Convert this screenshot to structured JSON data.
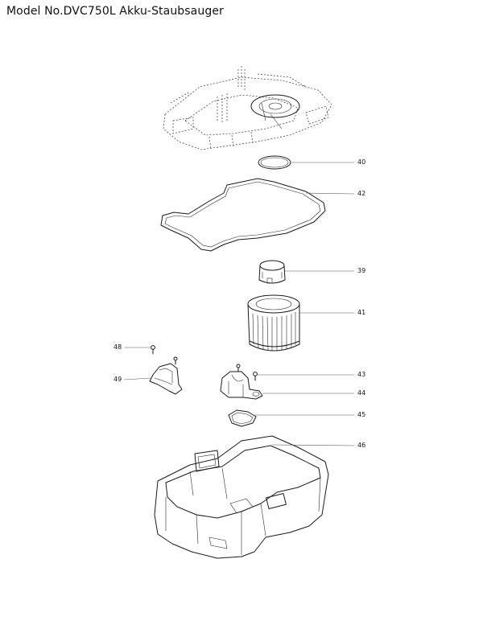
{
  "title": "Model No.DVC750L Akku-Staubsauger",
  "callouts": {
    "p40": "40",
    "p42": "42",
    "p39": "39",
    "p41": "41",
    "p48": "48",
    "p43": "43",
    "p49": "49",
    "p44": "44",
    "p45": "45",
    "p46": "46"
  }
}
